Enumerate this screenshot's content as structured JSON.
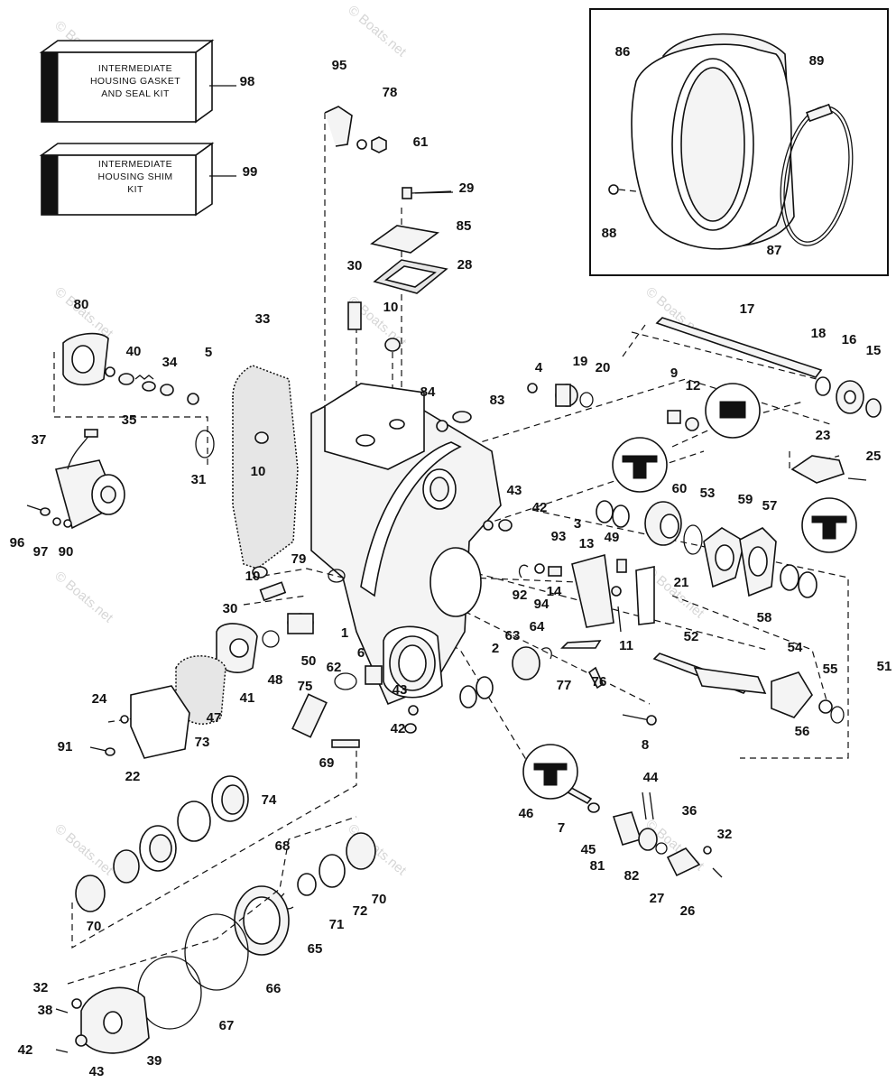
{
  "watermark": "© Boats.net",
  "kits": [
    {
      "lines": [
        "INTERMEDIATE",
        "HOUSING GASKET",
        "AND SEAL KIT"
      ],
      "callout": "98"
    },
    {
      "lines": [
        "INTERMEDIATE",
        "HOUSING SHIM",
        "KIT"
      ],
      "callout": "99"
    }
  ],
  "callouts": [
    "1",
    "2",
    "3",
    "4",
    "5",
    "6",
    "7",
    "8",
    "9",
    "10",
    "11",
    "12",
    "13",
    "14",
    "15",
    "16",
    "17",
    "18",
    "19",
    "20",
    "21",
    "22",
    "23",
    "24",
    "25",
    "26",
    "27",
    "28",
    "29",
    "30",
    "31",
    "32",
    "33",
    "34",
    "35",
    "36",
    "37",
    "38",
    "39",
    "40",
    "41",
    "42",
    "43",
    "44",
    "45",
    "46",
    "47",
    "48",
    "49",
    "50",
    "51",
    "52",
    "53",
    "54",
    "55",
    "56",
    "57",
    "58",
    "59",
    "60",
    "61",
    "62",
    "63",
    "64",
    "65",
    "66",
    "67",
    "68",
    "69",
    "70",
    "71",
    "72",
    "73",
    "74",
    "75",
    "76",
    "77",
    "78",
    "79",
    "80",
    "81",
    "82",
    "83",
    "84",
    "85",
    "86",
    "87",
    "88",
    "89",
    "90",
    "91",
    "92",
    "93",
    "94",
    "95",
    "96",
    "97",
    "98",
    "99"
  ]
}
